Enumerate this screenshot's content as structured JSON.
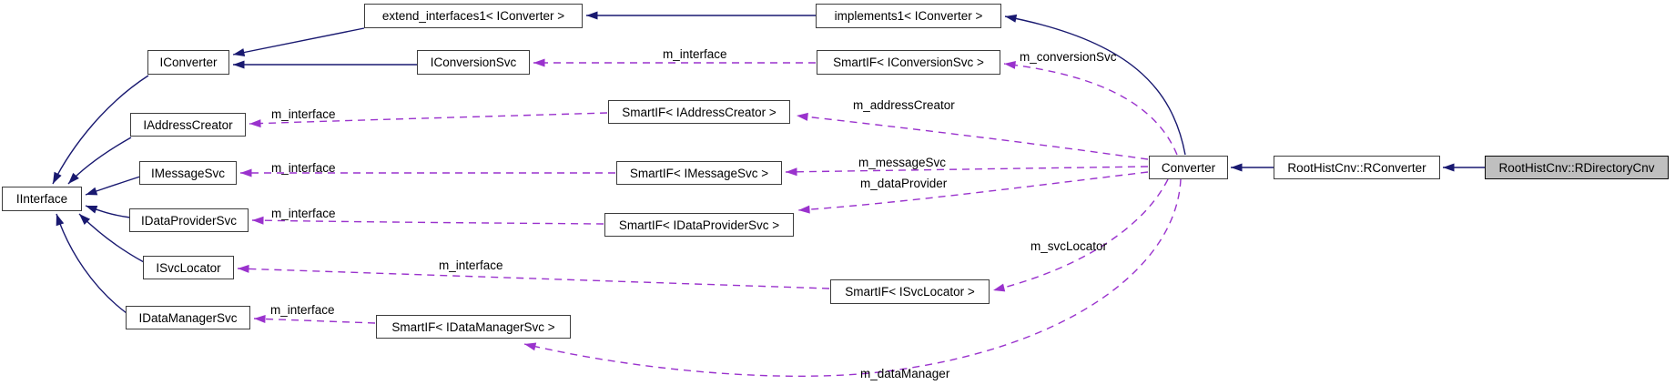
{
  "nodes": {
    "iinterface": "IInterface",
    "iconverter": "IConverter",
    "extend_interfaces1": "extend_interfaces1< IConverter >",
    "implements1": "implements1< IConverter >",
    "iconversionsvc": "IConversionSvc",
    "smartif_iconversionsvc": "SmartIF< IConversionSvc >",
    "iaddresscreator": "IAddressCreator",
    "smartif_iaddresscreator": "SmartIF< IAddressCreator >",
    "imessagesvc": "IMessageSvc",
    "smartif_imessagesvc": "SmartIF< IMessageSvc >",
    "idataprovidersvc": "IDataProviderSvc",
    "smartif_idataprovidersvc": "SmartIF< IDataProviderSvc >",
    "isvclocator": "ISvcLocator",
    "smartif_isvclocator": "SmartIF< ISvcLocator >",
    "idatamanagersvc": "IDataManagerSvc",
    "smartif_idatamanagersvc": "SmartIF< IDataManagerSvc >",
    "converter": "Converter",
    "rconverter": "RootHistCnv::RConverter",
    "rdirectorycnv": "RootHistCnv::RDirectoryCnv"
  },
  "edges": {
    "m_interface": "m_interface",
    "m_conversionSvc": "m_conversionSvc",
    "m_addressCreator": "m_addressCreator",
    "m_messageSvc": "m_messageSvc",
    "m_dataProvider": "m_dataProvider",
    "m_svcLocator": "m_svcLocator",
    "m_dataManager": "m_dataManager"
  },
  "colors": {
    "background": "#ffffff",
    "inheritance_edge": "#191970",
    "usage_edge": "#9a32cd",
    "node_border": "#3d3d3d",
    "node_fill": "#ffffff",
    "selected_node_fill": "#bfbfbf",
    "text": "#000000"
  }
}
